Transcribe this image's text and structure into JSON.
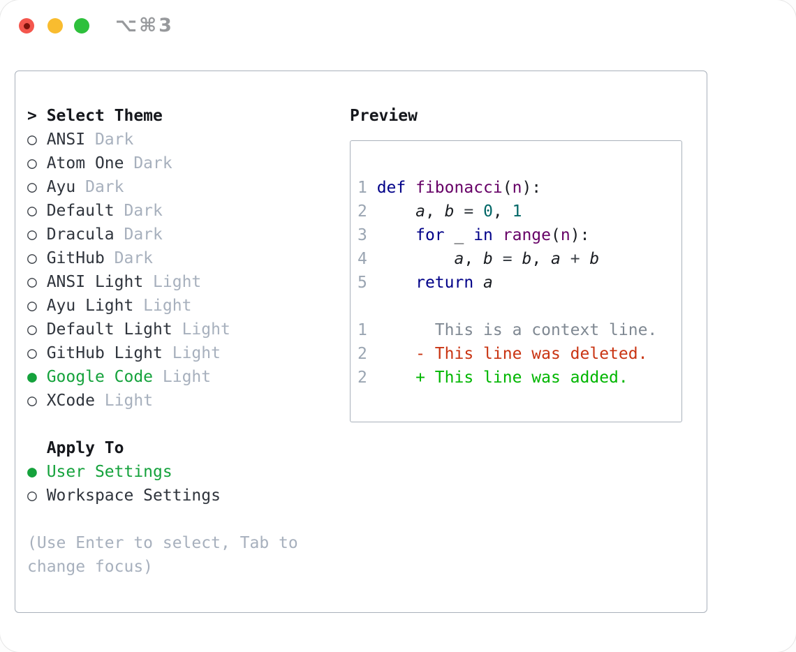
{
  "titlebar": {
    "shortcut": "⌥⌘3",
    "traffic_lights": [
      "close",
      "minimize",
      "zoom"
    ]
  },
  "colors": {
    "panel-border": "#a9b1bb",
    "heading": "#15171c",
    "item": "#2f343c",
    "plain": "#1a1d22",
    "muted": "#a7b0bd",
    "selected-green": "#15a23c",
    "added-green": "#00b600",
    "deleted-red": "#c93412",
    "context-gray": "#7f8892",
    "line-number": "#9aa5b2",
    "keyword-blue": "#000088",
    "function-purple": "#660066",
    "number-teal": "#006666",
    "operator": "#3c4147",
    "tl-red": "#f4564d",
    "tl-red-dot": "#7e130b",
    "tl-yellow": "#f9bc2f",
    "tl-green": "#2ec03c"
  },
  "theme_panel": {
    "prompt": "> ",
    "header": "Select Theme",
    "themes": [
      {
        "name": "ANSI",
        "variant": "Dark",
        "selected": false
      },
      {
        "name": "Atom One",
        "variant": "Dark",
        "selected": false
      },
      {
        "name": "Ayu",
        "variant": "Dark",
        "selected": false
      },
      {
        "name": "Default",
        "variant": "Dark",
        "selected": false
      },
      {
        "name": "Dracula",
        "variant": "Dark",
        "selected": false
      },
      {
        "name": "GitHub",
        "variant": "Dark",
        "selected": false
      },
      {
        "name": "ANSI Light",
        "variant": "Light",
        "selected": false
      },
      {
        "name": "Ayu Light",
        "variant": "Light",
        "selected": false
      },
      {
        "name": "Default Light",
        "variant": "Light",
        "selected": false
      },
      {
        "name": "GitHub Light",
        "variant": "Light",
        "selected": false
      },
      {
        "name": "Google Code",
        "variant": "Light",
        "selected": true
      },
      {
        "name": "XCode",
        "variant": "Light",
        "selected": false
      }
    ],
    "apply_to": {
      "header": "Apply To",
      "options": [
        {
          "name": "User Settings",
          "selected": true
        },
        {
          "name": "Workspace Settings",
          "selected": false
        }
      ]
    },
    "hints": [
      "(Use Enter to select, Tab to",
      "change focus)"
    ]
  },
  "preview": {
    "label": "Preview",
    "lines": [
      [],
      [
        [
          "ln",
          "1 "
        ],
        [
          "kw",
          "def"
        ],
        [
          "pl",
          " "
        ],
        [
          "fn",
          "fibonacci"
        ],
        [
          "pl",
          "("
        ],
        [
          "prm",
          "n"
        ],
        [
          "pl",
          "):"
        ]
      ],
      [
        [
          "ln",
          "2 "
        ],
        [
          "pl",
          "    "
        ],
        [
          "var",
          "a"
        ],
        [
          "pl",
          ", "
        ],
        [
          "var",
          "b"
        ],
        [
          "op",
          " = "
        ],
        [
          "num",
          "0"
        ],
        [
          "pl",
          ", "
        ],
        [
          "num",
          "1"
        ]
      ],
      [
        [
          "ln",
          "3 "
        ],
        [
          "pl",
          "    "
        ],
        [
          "kw",
          "for"
        ],
        [
          "pl",
          " _ "
        ],
        [
          "kw",
          "in"
        ],
        [
          "pl",
          " "
        ],
        [
          "fn",
          "range"
        ],
        [
          "pl",
          "("
        ],
        [
          "prm",
          "n"
        ],
        [
          "pl",
          "):"
        ]
      ],
      [
        [
          "ln",
          "4 "
        ],
        [
          "pl",
          "        "
        ],
        [
          "var",
          "a"
        ],
        [
          "pl",
          ", "
        ],
        [
          "var",
          "b"
        ],
        [
          "op",
          " = "
        ],
        [
          "var",
          "b"
        ],
        [
          "pl",
          ", "
        ],
        [
          "var",
          "a"
        ],
        [
          "op",
          " + "
        ],
        [
          "var",
          "b"
        ]
      ],
      [
        [
          "ln",
          "5 "
        ],
        [
          "pl",
          "    "
        ],
        [
          "kw",
          "return"
        ],
        [
          "pl",
          " "
        ],
        [
          "var",
          "a"
        ]
      ],
      [],
      [
        [
          "ln",
          "1 "
        ],
        [
          "ctx",
          "      This is a context line."
        ]
      ],
      [
        [
          "ln",
          "2 "
        ],
        [
          "del",
          "    - This line was deleted."
        ]
      ],
      [
        [
          "ln",
          "2 "
        ],
        [
          "add",
          "    + This line was added."
        ]
      ]
    ]
  }
}
